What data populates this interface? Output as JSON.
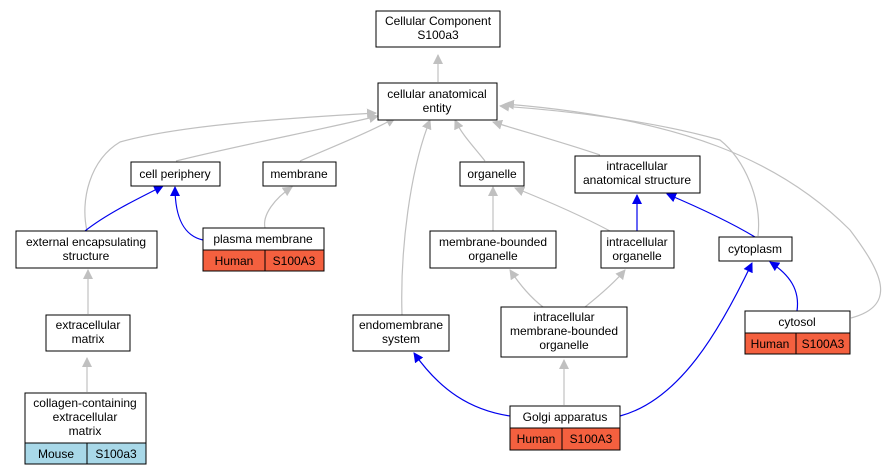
{
  "nodes": {
    "root": [
      "Cellular Component",
      "S100a3"
    ],
    "cae": [
      "cellular anatomical",
      "entity"
    ],
    "cell_periphery": [
      "cell periphery"
    ],
    "membrane": [
      "membrane"
    ],
    "organelle": [
      "organelle"
    ],
    "ias": [
      "intracellular",
      "anatomical structure"
    ],
    "ext_encap": [
      "external encapsulating",
      "structure"
    ],
    "plasma_membrane": [
      "plasma membrane"
    ],
    "mbo": [
      "membrane-bounded",
      "organelle"
    ],
    "intra_org": [
      "intracellular",
      "organelle"
    ],
    "cytoplasm": [
      "cytoplasm"
    ],
    "ecm": [
      "extracellular",
      "matrix"
    ],
    "endomembrane": [
      "endomembrane",
      "system"
    ],
    "imbo": [
      "intracellular",
      "membrane-bounded",
      "organelle"
    ],
    "cytosol": [
      "cytosol"
    ],
    "collagen": [
      "collagen-containing",
      "extracellular",
      "matrix"
    ],
    "golgi": [
      "Golgi apparatus"
    ]
  },
  "annotations": {
    "plasma_membrane": [
      "Human",
      "S100A3"
    ],
    "cytosol": [
      "Human",
      "S100A3"
    ],
    "golgi": [
      "Human",
      "S100A3"
    ],
    "collagen": [
      "Mouse",
      "S100a3"
    ]
  },
  "colors": {
    "is_a_edge": "#c0c0c0",
    "part_of_edge": "#0000ee",
    "human": "#f4603f",
    "mouse": "#a8d8e8"
  }
}
